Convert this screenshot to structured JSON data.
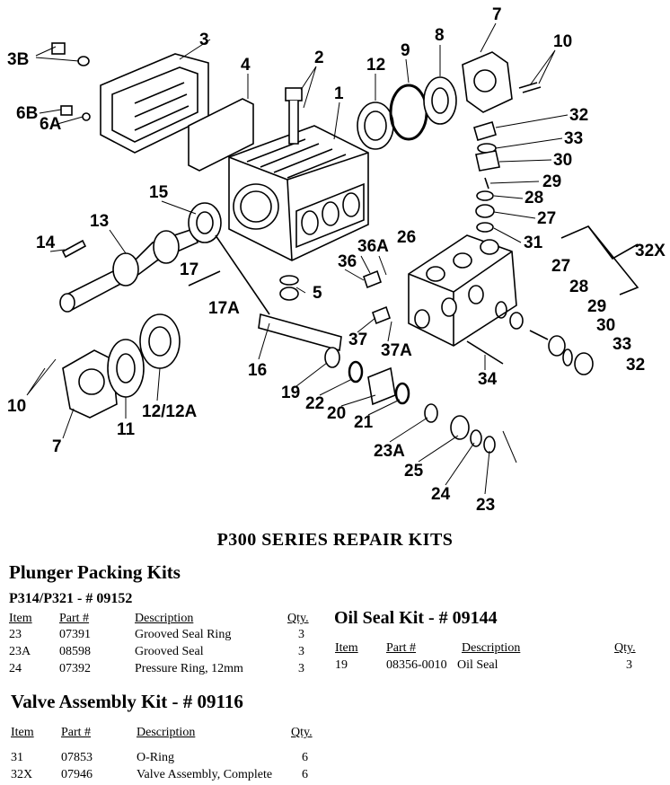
{
  "diagram": {
    "callouts": [
      "3B",
      "3",
      "4",
      "2",
      "1",
      "12",
      "9",
      "8",
      "7",
      "10",
      "6B",
      "6A",
      "32",
      "33",
      "30",
      "29",
      "28",
      "27",
      "15",
      "13",
      "14",
      "17",
      "17A",
      "36A",
      "26",
      "31",
      "32X",
      "36",
      "5",
      "37",
      "37A",
      "27",
      "28",
      "29",
      "30",
      "33",
      "32",
      "16",
      "19",
      "22",
      "20",
      "21",
      "34",
      "10",
      "7",
      "11",
      "12/12A",
      "23A",
      "25",
      "24",
      "23"
    ]
  },
  "title": "P300 SERIES REPAIR KITS",
  "plunger": {
    "heading": "Plunger Packing Kits",
    "subheading": "P314/P321 - # 09152",
    "headers": [
      "Item",
      "Part #",
      "Description",
      "Qty."
    ],
    "rows": [
      [
        "23",
        "07391",
        "Grooved Seal Ring",
        "3"
      ],
      [
        "23A",
        "08598",
        "Grooved Seal",
        "3"
      ],
      [
        "24",
        "07392",
        "Pressure Ring, 12mm",
        "3"
      ]
    ]
  },
  "oil": {
    "heading": "Oil Seal Kit - # 09144",
    "headers": [
      "Item",
      "Part #",
      "Description",
      "Qty."
    ],
    "rows": [
      [
        "19",
        "08356-0010",
        "Oil Seal",
        "3"
      ]
    ]
  },
  "valve": {
    "heading": "Valve Assembly Kit - # 09116",
    "headers": [
      "Item",
      "Part #",
      "Description",
      "Qty."
    ],
    "rows": [
      [
        "31",
        "07853",
        "O-Ring",
        "6"
      ],
      [
        "32X",
        "07946",
        "Valve Assembly, Complete",
        "6"
      ]
    ]
  }
}
